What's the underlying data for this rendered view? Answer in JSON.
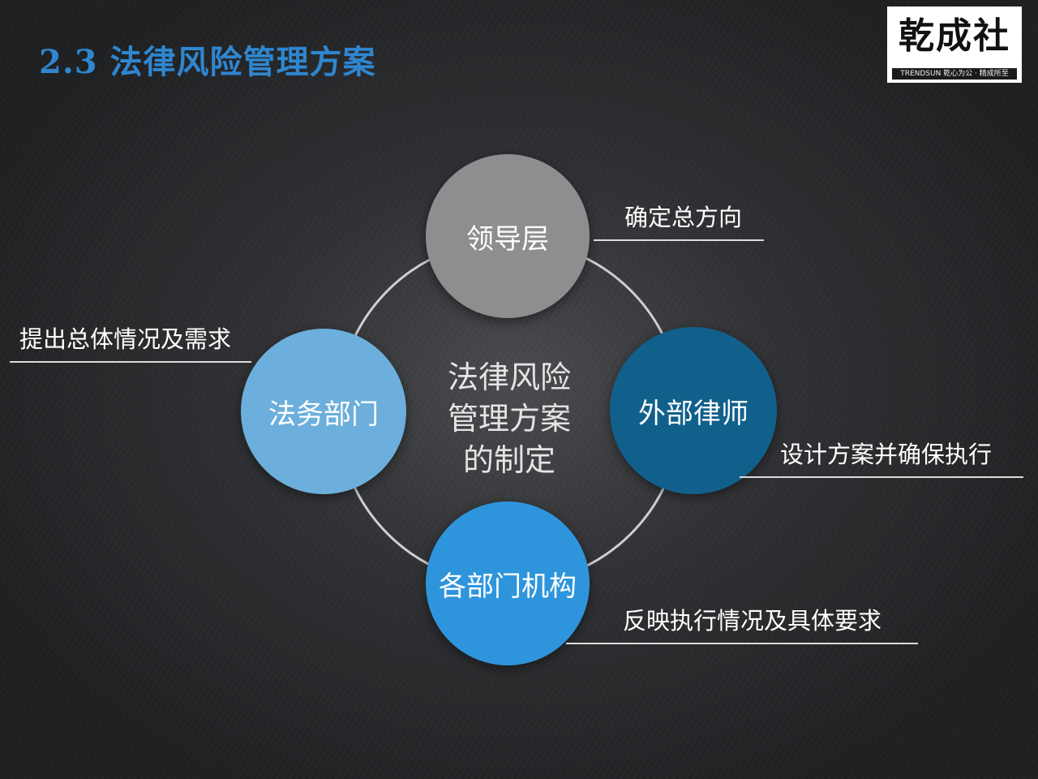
{
  "slide": {
    "title": "2.3 法律风险管理方案"
  },
  "logo": {
    "brand": "乾成社",
    "tagline": "TRENDSUN 乾心为公 · 精成所至"
  },
  "diagram": {
    "center_lines": [
      "法律风险",
      "管理方案",
      "的制定"
    ],
    "nodes": {
      "leader": "领导层",
      "legal": "法务部门",
      "external": "外部律师",
      "depts": "各部门机构"
    },
    "notes": {
      "leader": "确定总方向",
      "legal": "提出总体情况及需求",
      "external": "设计方案并确保执行",
      "depts": "反映执行情况及具体要求"
    },
    "colors": {
      "leader": "#8e8e91",
      "legal": "#6cafdc",
      "external": "#11608c",
      "depts": "#2e95dd",
      "title": "#2f86d0"
    }
  }
}
